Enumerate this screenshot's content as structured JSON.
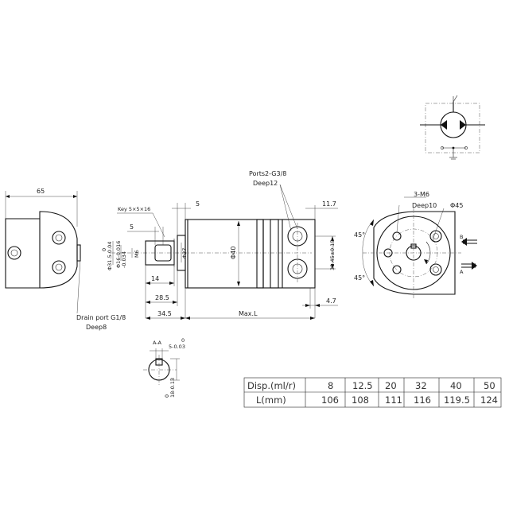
{
  "left_view": {
    "width_dim": "65",
    "drain_port": "Drain port G1/8",
    "drain_depth": "Deep8"
  },
  "side_view": {
    "key": "Key 5×5×16",
    "dim_5_top": "5",
    "dim_5_key": "5",
    "dim_14": "14",
    "dim_28_5": "28.5",
    "dim_34_5": "34.5",
    "max_l": "Max.L",
    "dim_11_7": "11.7",
    "dim_4_7": "4.7",
    "ports": "Ports2-G3/8",
    "ports_depth": "Deep12",
    "dia_shaft": "Φ31.5-0.04",
    "dia_shaft_tol": "0",
    "dia_16": "Φ16-0.016",
    "dia_16_tol": "-0.034",
    "m6": "M6",
    "dia_37": "Φ37",
    "dia_40": "Φ40",
    "dim_30_45": "30.45±0.15"
  },
  "front_view": {
    "bolts": "3-M6",
    "bolts_depth": "Deep10",
    "pcd": "Φ45",
    "angle_top": "45°",
    "angle_bottom": "45°",
    "port_b": "B",
    "port_a": "A"
  },
  "section_view": {
    "label": "A-A",
    "key_width": "5-0.03",
    "key_width_tol": "0",
    "depth": "18-0.13",
    "depth_tol": "0"
  },
  "spec_table": {
    "row_disp_label": "Disp.(ml/r)",
    "row_l_label": "L(mm)",
    "disp": [
      "8",
      "12.5",
      "20",
      "32",
      "40",
      "50"
    ],
    "length": [
      "106",
      "108",
      "111",
      "116",
      "119.5",
      "124"
    ]
  }
}
